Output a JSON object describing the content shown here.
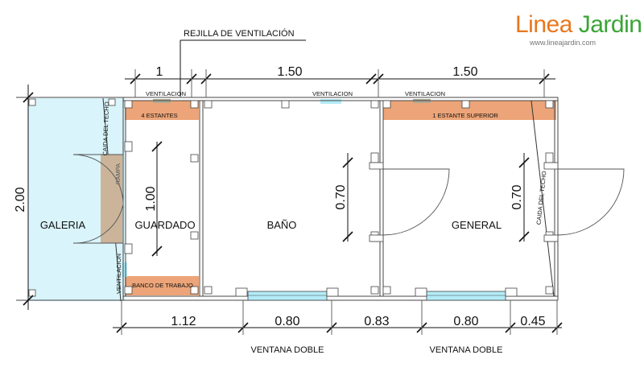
{
  "logo": {
    "part1": "Linea",
    "part2": "Jardin",
    "url": "www.lineajardin.com",
    "color1": "#e8771e",
    "color2": "#3aa535"
  },
  "labels": {
    "rejilla": "REJILLA DE VENTILACIÓN",
    "galeria": "GALERIA",
    "guardado": "GUARDADO",
    "bano": "BAÑO",
    "general": "GENERAL",
    "estantes4": "4 ESTANTES",
    "estante_superior": "1 ESTANTE SUPERIOR",
    "banco_trabajo": "BANCO DE TRABAJO",
    "ventilacion": "VENTILACION",
    "caida_techo": "CAIDA DEL TECHO",
    "rampa": "RAMPA",
    "ventana_doble": "VENTANA DOBLE"
  },
  "dimensions": {
    "top_1": "1",
    "top_150_a": "1.50",
    "top_150_b": "1.50",
    "left_200": "2.00",
    "inner_100": "1.00",
    "inner_070_a": "0.70",
    "inner_070_b": "0.70",
    "bottom_112": "1.12",
    "bottom_080_a": "0.80",
    "bottom_083": "0.83",
    "bottom_080_b": "0.80",
    "bottom_045": "0.45"
  },
  "colors": {
    "shelf": "#eca478",
    "ramp": "#cbb49a",
    "gallery": "#d9f4fb",
    "window": "#b3ecf8",
    "vent": "#b0aa94"
  }
}
